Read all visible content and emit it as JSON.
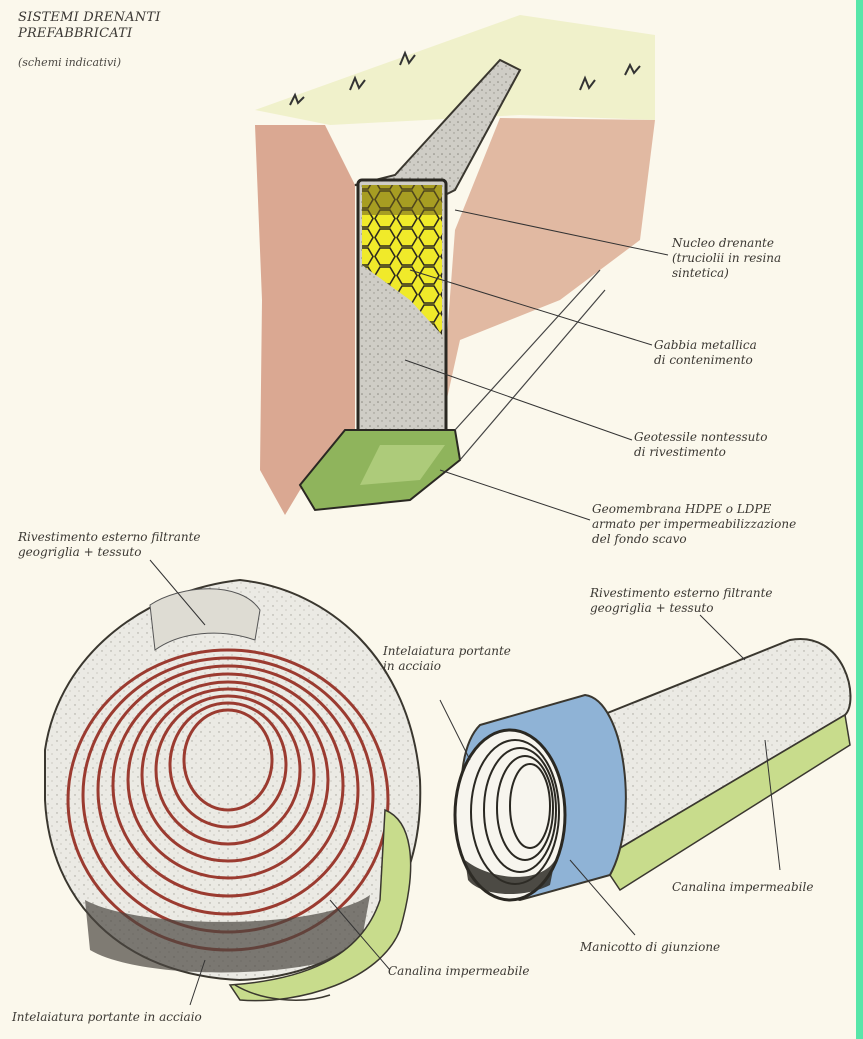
{
  "header": {
    "title": "SISTEMI DRENANTI\nPREFABBRICATI",
    "subtitle": "(schemi indicativi)"
  },
  "labels": {
    "nucleo": "Nucleo drenante\n(truciolii in resina\nsintetica)",
    "gabbia": "Gabbia metallica\ndi contenimento",
    "geotessile": "Geotessile nontessuto\ndi rivestimento",
    "geomembrana": "Geomembrana HDPE o LDPE\narmato per impermeabilizzazione\ndel fondo scavo",
    "rivestimento_left": "Rivestimento esterno filtrante\ngeogriglia + tessuto",
    "rivestimento_right": "Rivestimento esterno filtrante\ngeogriglia + tessuto",
    "intelaiatura_mid": "Intelaiatura portante\nin acciaio",
    "canalina_right": "Canalina impermeabile",
    "manicotto": "Manicotto di giunzione",
    "canalina_left": "Canalina impermeabile",
    "intelaiatura_bottom": "Intelaiatura portante in acciaio"
  },
  "colors": {
    "background": "#fbf8ec",
    "soil": "#c98a70",
    "core_yellow": "#f0ea2a",
    "geotextile_gray": "#c9c7c0",
    "membrane_green": "#9cc06a",
    "steel_rings": "#9b3b30",
    "sleeve_blue": "#8fb3d6",
    "edge_stripe": "#57e6a9"
  }
}
